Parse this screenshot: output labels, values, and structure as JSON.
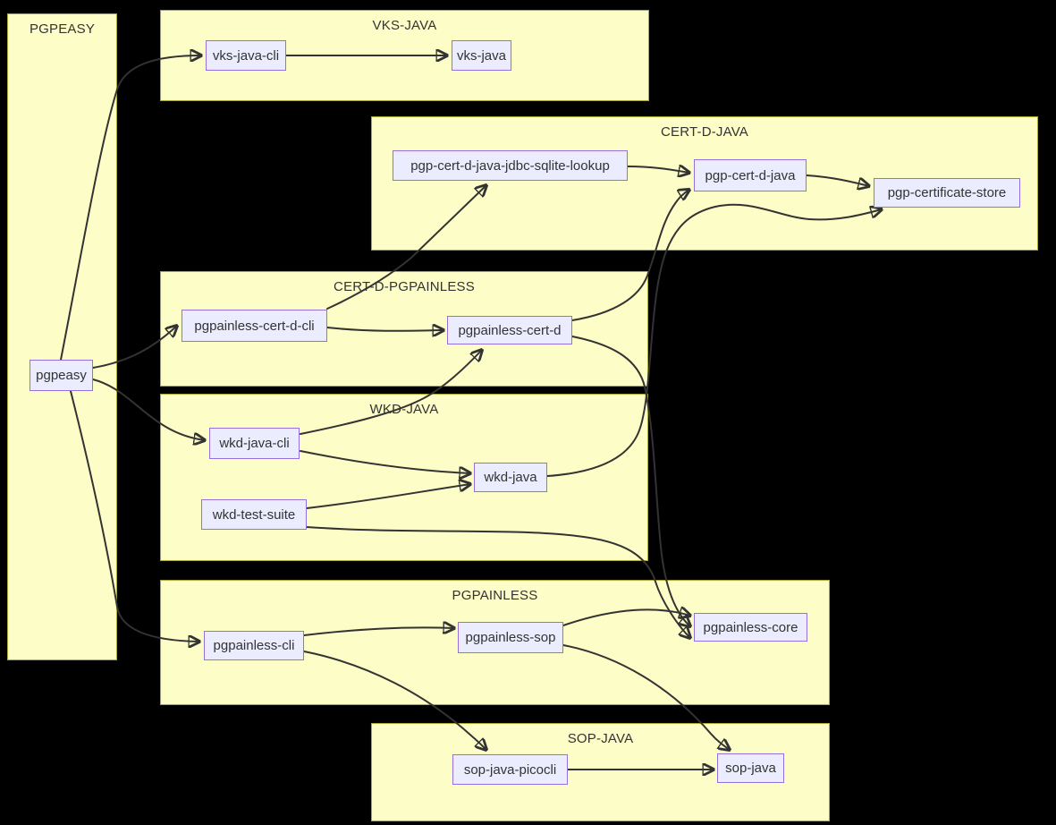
{
  "diagram": {
    "type": "dependency-graph",
    "background_color": "#000000",
    "cluster_fill": "#fdfdc8",
    "cluster_border": "#aaaa33",
    "node_fill": "#ececff",
    "node_border": "#9370db",
    "edge_color": "#333333",
    "text_color": "#333333",
    "clusters": [
      {
        "id": "pgpeasy-group",
        "label": "PGPEASY"
      },
      {
        "id": "vks-java-group",
        "label": "VKS-JAVA"
      },
      {
        "id": "cert-d-java-group",
        "label": "CERT-D-JAVA"
      },
      {
        "id": "cert-d-pgpainless-group",
        "label": "CERT-D-PGPAINLESS"
      },
      {
        "id": "wkd-java-group",
        "label": "WKD-JAVA"
      },
      {
        "id": "pgpainless-group",
        "label": "PGPAINLESS"
      },
      {
        "id": "sop-java-group",
        "label": "SOP-JAVA"
      }
    ],
    "nodes": [
      {
        "id": "pgpeasy",
        "label": "pgpeasy"
      },
      {
        "id": "vks-java-cli",
        "label": "vks-java-cli"
      },
      {
        "id": "vks-java",
        "label": "vks-java"
      },
      {
        "id": "pgp-cert-d-java-jdbc-sqlite-lookup",
        "label": "pgp-cert-d-java-jdbc-sqlite-lookup"
      },
      {
        "id": "pgp-cert-d-java",
        "label": "pgp-cert-d-java"
      },
      {
        "id": "pgp-certificate-store",
        "label": "pgp-certificate-store"
      },
      {
        "id": "pgpainless-cert-d-cli",
        "label": "pgpainless-cert-d-cli"
      },
      {
        "id": "pgpainless-cert-d",
        "label": "pgpainless-cert-d"
      },
      {
        "id": "wkd-java-cli",
        "label": "wkd-java-cli"
      },
      {
        "id": "wkd-java",
        "label": "wkd-java"
      },
      {
        "id": "wkd-test-suite",
        "label": "wkd-test-suite"
      },
      {
        "id": "pgpainless-cli",
        "label": "pgpainless-cli"
      },
      {
        "id": "pgpainless-sop",
        "label": "pgpainless-sop"
      },
      {
        "id": "pgpainless-core",
        "label": "pgpainless-core"
      },
      {
        "id": "sop-java-picocli",
        "label": "sop-java-picocli"
      },
      {
        "id": "sop-java",
        "label": "sop-java"
      }
    ],
    "edges": [
      {
        "from": "pgpeasy",
        "to": "vks-java-cli"
      },
      {
        "from": "pgpeasy",
        "to": "pgpainless-cert-d-cli"
      },
      {
        "from": "pgpeasy",
        "to": "wkd-java-cli"
      },
      {
        "from": "pgpeasy",
        "to": "pgpainless-cli"
      },
      {
        "from": "vks-java-cli",
        "to": "vks-java"
      },
      {
        "from": "pgp-cert-d-java-jdbc-sqlite-lookup",
        "to": "pgp-cert-d-java"
      },
      {
        "from": "pgp-cert-d-java",
        "to": "pgp-certificate-store"
      },
      {
        "from": "pgpainless-cert-d-cli",
        "to": "pgp-cert-d-java-jdbc-sqlite-lookup"
      },
      {
        "from": "pgpainless-cert-d-cli",
        "to": "pgpainless-cert-d"
      },
      {
        "from": "pgpainless-cert-d",
        "to": "pgp-cert-d-java"
      },
      {
        "from": "pgpainless-cert-d",
        "to": "pgpainless-core"
      },
      {
        "from": "wkd-java-cli",
        "to": "pgpainless-cert-d"
      },
      {
        "from": "wkd-java-cli",
        "to": "wkd-java"
      },
      {
        "from": "wkd-test-suite",
        "to": "wkd-java"
      },
      {
        "from": "wkd-test-suite",
        "to": "pgpainless-core"
      },
      {
        "from": "wkd-java",
        "to": "pgp-certificate-store"
      },
      {
        "from": "pgpainless-cli",
        "to": "pgpainless-sop"
      },
      {
        "from": "pgpainless-cli",
        "to": "sop-java-picocli"
      },
      {
        "from": "pgpainless-sop",
        "to": "pgpainless-core"
      },
      {
        "from": "pgpainless-sop",
        "to": "sop-java"
      },
      {
        "from": "sop-java-picocli",
        "to": "sop-java"
      }
    ]
  }
}
